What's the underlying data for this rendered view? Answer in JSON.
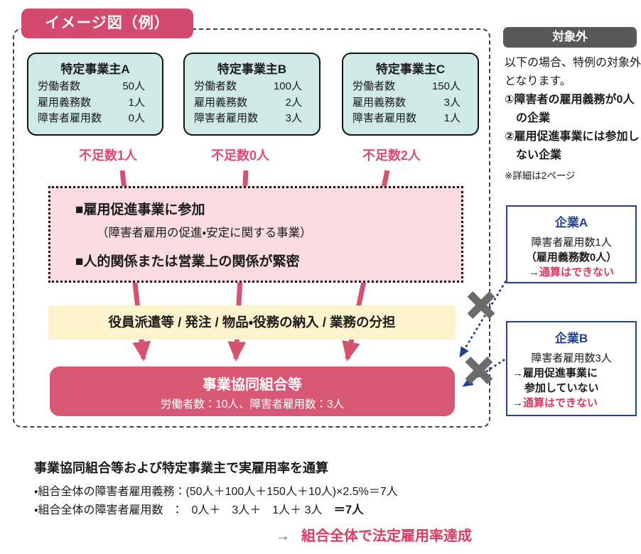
{
  "badge": "イメージ図（例）",
  "employers": [
    {
      "title": "特定事業主A",
      "shortage": "不足数1人",
      "rows": [
        [
          "労働者数",
          "50人"
        ],
        [
          "雇用義務数",
          "1人"
        ],
        [
          "障害者雇用数",
          "0人"
        ]
      ]
    },
    {
      "title": "特定事業主B",
      "shortage": "不足数0人",
      "rows": [
        [
          "労働者数",
          "100人"
        ],
        [
          "雇用義務数",
          "2人"
        ],
        [
          "障害者雇用数",
          "3人"
        ]
      ]
    },
    {
      "title": "特定事業主C",
      "shortage": "不足数2人",
      "rows": [
        [
          "労働者数",
          "150人"
        ],
        [
          "雇用義務数",
          "3人"
        ],
        [
          "障害者雇用数",
          "1人"
        ]
      ]
    }
  ],
  "conditions": {
    "item1": "■雇用促進事業に参加",
    "item1_note": "（障害者雇用の促進・安定に関する事業）",
    "item2": "■人的関係または営業上の関係が緊密"
  },
  "cooperation_bar": "役員派遣等 / 発注 / 物品・役務の納入 / 業務の分担",
  "cooperative": {
    "title": "事業協同組合等",
    "stats": "労働者数：10人、障害者雇用数：3人"
  },
  "excluded_panel": {
    "header": "対象外",
    "intro": "以下の場合、特例の対象外となります。",
    "item1": "①障害者の雇用義務が0人の企業",
    "item2": "②雇用促進事業には参加しない企業",
    "note": "※詳細は2ページ"
  },
  "company_a": {
    "title": "企業A",
    "line1": "障害者雇用数1人",
    "line2": "（雇用義務数0人）",
    "arrow": "→",
    "result": "通算はできない"
  },
  "company_b": {
    "title": "企業B",
    "line1": "障害者雇用数3人",
    "arrow": "→",
    "line2": "雇用促進事業に",
    "line3": "参加していない",
    "arrow2": "→",
    "result": "通算はできない"
  },
  "summary": {
    "heading": "事業協同組合等および特定事業主で実雇用率を通算",
    "line1": "・組合全体の障害者雇用義務：(50人＋100人＋150人＋10人)×2.5%＝7人",
    "line2_prefix": "・組合全体の障害者雇用数　：　0人＋　3人＋　1人＋ 3人　",
    "line2_bold": "＝7人",
    "conclusion_arrow": "→",
    "conclusion": "組合全体で法定雇用率達成"
  },
  "colors": {
    "accent_pink": "#d34a6e",
    "box_teal": "#cfe9e7",
    "cond_pink": "#f9dbe1",
    "bar_yellow": "#fcf3cd",
    "coop_red": "#d65872",
    "navy": "#24418f",
    "gray_header": "#595959",
    "x_gray": "#6b6b6b"
  }
}
